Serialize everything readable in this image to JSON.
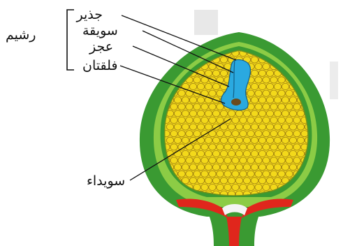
{
  "labels": {
    "radicle": "جذير",
    "hypocotyl": "سويقة",
    "plumule": "عجز",
    "cotyledons": "فلقتان",
    "embryo": "رشيم",
    "endosperm": "سويداء"
  },
  "colors": {
    "outer_coat": "#3a9a32",
    "inner_band": "#8ccc45",
    "endosperm": "#f3d91a",
    "cell_outline": "#9a7a12",
    "embryo": "#2aa9e0",
    "stalk": "#e0261c",
    "leader_line": "#111111"
  }
}
